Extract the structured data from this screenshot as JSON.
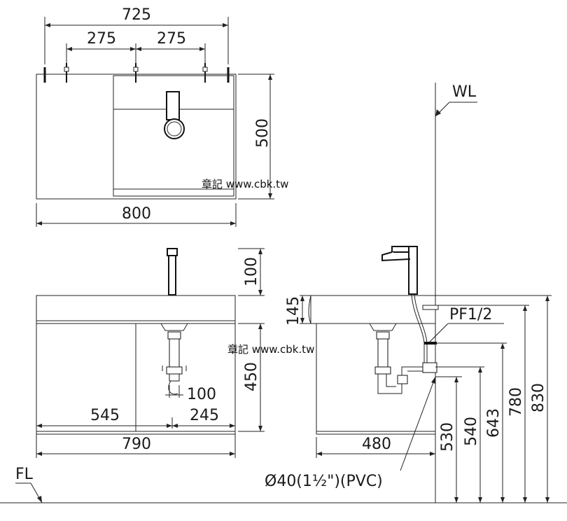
{
  "watermark": "章記 www.cbk.tw",
  "top_view": {
    "width_inner": "725",
    "spacing_left": "275",
    "spacing_right": "275",
    "depth": "500",
    "width_total": "800"
  },
  "front_view": {
    "faucet_height": "100",
    "basin_height": "145",
    "cabinet_height": "450",
    "drain_offset": "100",
    "left_width": "545",
    "right_width": "245",
    "cabinet_width": "790"
  },
  "side_view": {
    "wall_line_label": "WL",
    "floor_line_label": "FL",
    "supply_label": "PF1/2",
    "drain_pipe_label": "Ø40(1½\")(PVC)",
    "cabinet_depth": "480",
    "h_drain": "530",
    "h_supply": "540",
    "h_cabinet_top": "643",
    "h_basin_bottom": "780",
    "h_basin_top": "830"
  }
}
